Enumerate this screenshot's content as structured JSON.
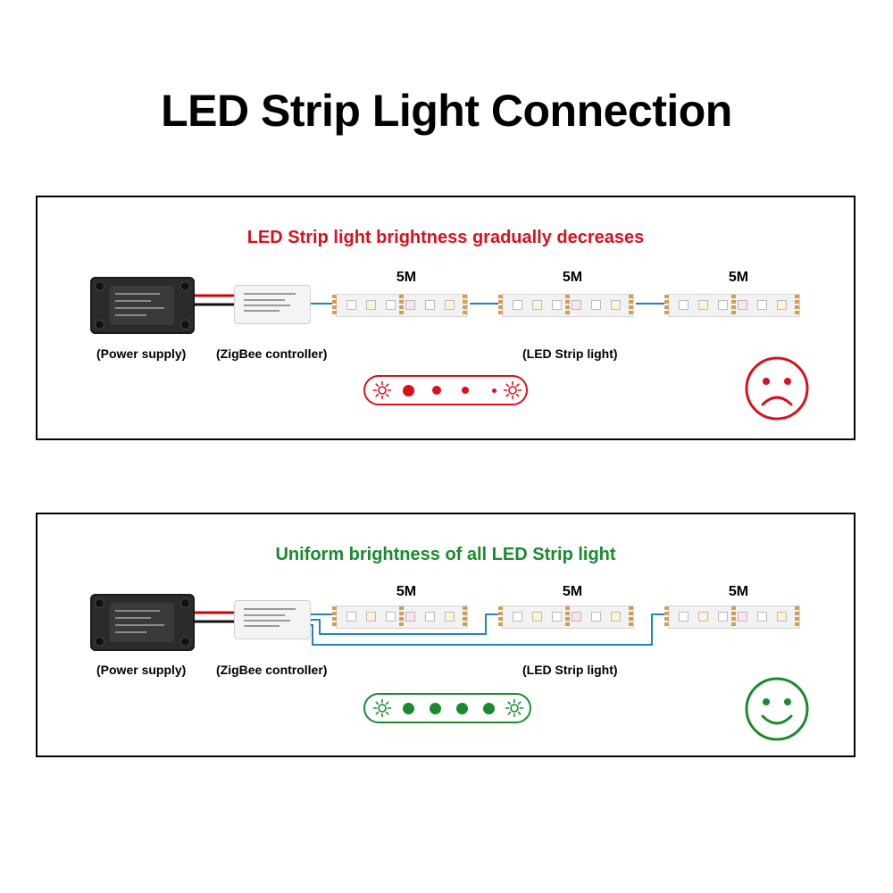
{
  "title": "LED Strip Light Connection",
  "colors": {
    "bad": "#d7121e",
    "good": "#1a8a2e",
    "wire_blue": "#1f84c6",
    "wire_red": "#d40000"
  },
  "top_panel": {
    "heading": "LED Strip light brightness gradually decreases",
    "labels": {
      "power_supply": "(Power supply)",
      "controller": "(ZigBee controller)",
      "strip": "(LED Strip light)"
    },
    "segments": [
      "5M",
      "5M",
      "5M"
    ],
    "indicator": {
      "dot_levels": [
        1.0,
        0.8,
        0.6,
        0.4
      ],
      "icons": [
        "sun-icon",
        "sun-icon"
      ]
    },
    "face": "sad-face-icon"
  },
  "bottom_panel": {
    "heading": "Uniform brightness of all LED Strip light",
    "labels": {
      "power_supply": "(Power supply)",
      "controller": "(ZigBee controller)",
      "strip": "(LED Strip light)"
    },
    "segments": [
      "5M",
      "5M",
      "5M"
    ],
    "indicator": {
      "dot_levels": [
        1.0,
        1.0,
        1.0,
        1.0
      ],
      "icons": [
        "sun-icon",
        "sun-icon"
      ]
    },
    "face": "happy-face-icon"
  }
}
